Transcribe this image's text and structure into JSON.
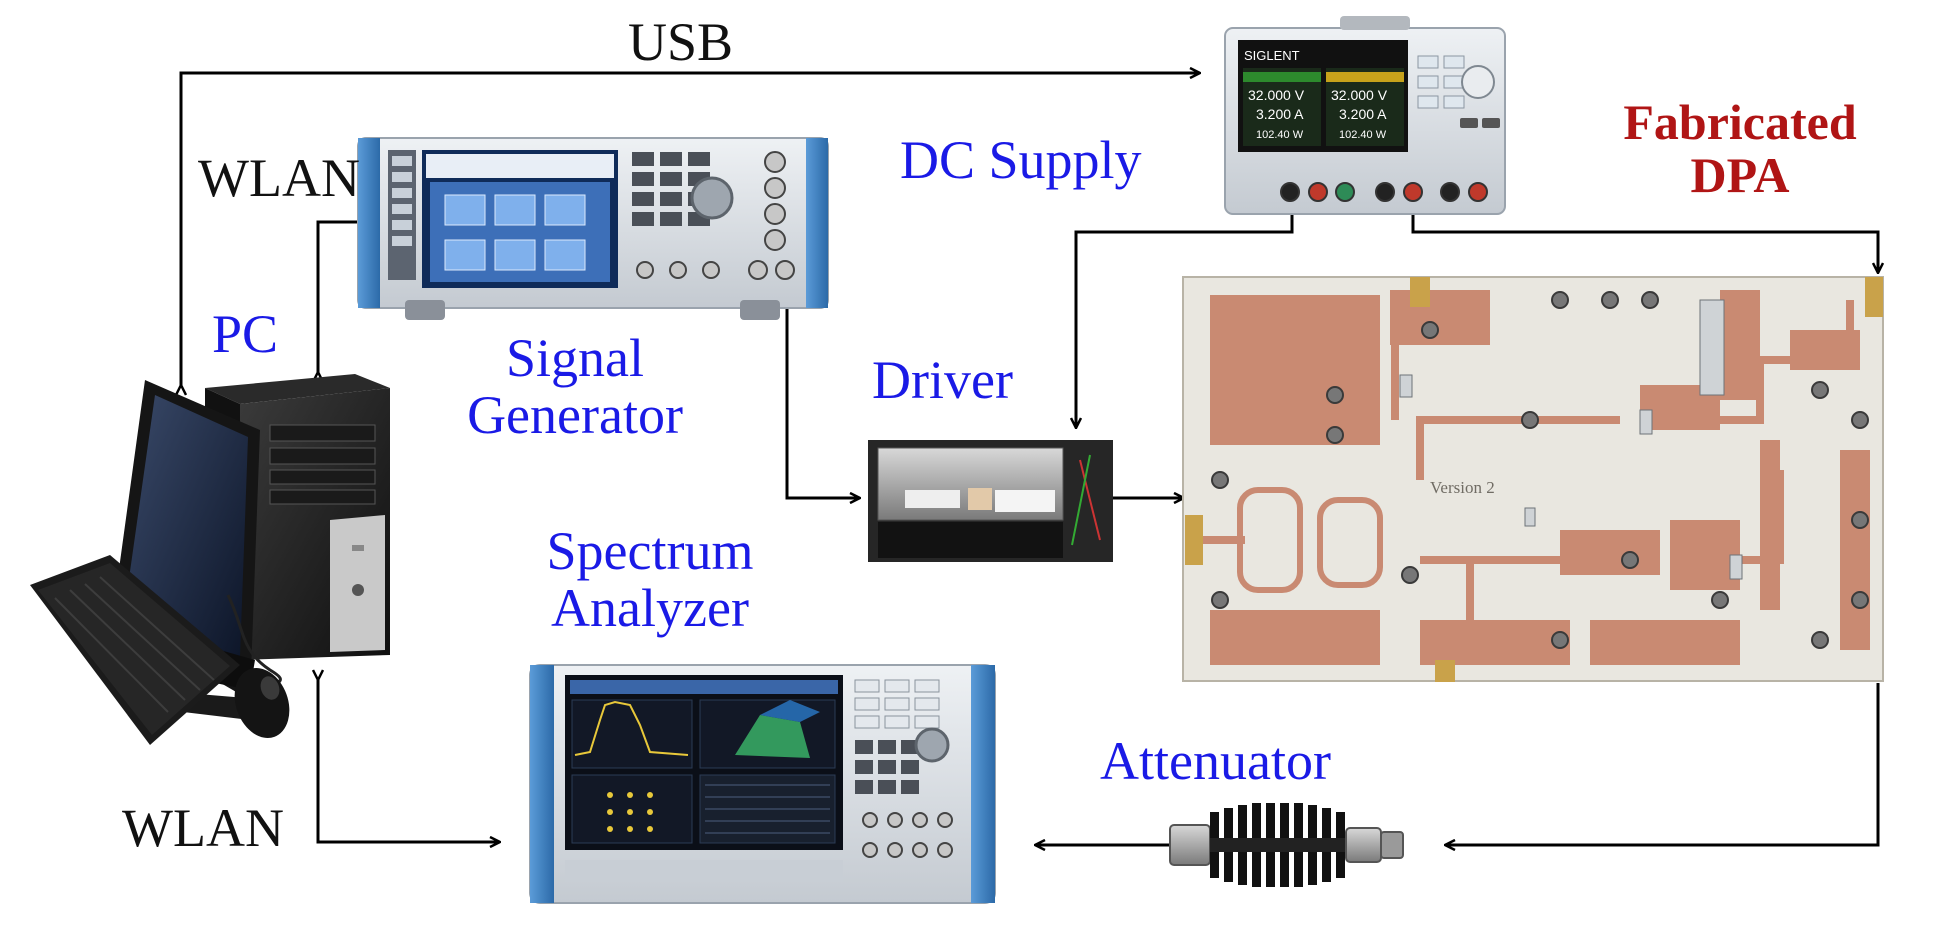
{
  "labels": {
    "usb": "USB",
    "wlan_top": "WLAN",
    "wlan_bottom": "WLAN",
    "pc": "PC",
    "signal_generator_line1": "Signal",
    "signal_generator_line2": "Generator",
    "dc_supply": "DC Supply",
    "fabricated_line1": "Fabricated",
    "fabricated_line2": "DPA",
    "driver": "Driver",
    "spectrum_analyzer_line1": "Spectrum",
    "spectrum_analyzer_line2": "Analyzer",
    "attenuator": "Attenuator"
  },
  "device_text": {
    "dc_brand": "SIGLENT",
    "dc_voltage_1": "32.000 V",
    "dc_voltage_2": "32.000 V",
    "dc_current_1": "3.200 A",
    "dc_current_2": "3.200 A",
    "dc_power_1": "102.40 W",
    "dc_power_2": "102.40 W",
    "pcb_marking": "Version 2"
  },
  "colors": {
    "label_blue": "#1a1ae6",
    "label_red": "#b01515",
    "pcb_copper": "#c98a72",
    "pcb_board": "#e9e7e0",
    "instrument_blue": "#3f7fc0",
    "instrument_body": "#d9dde2"
  }
}
